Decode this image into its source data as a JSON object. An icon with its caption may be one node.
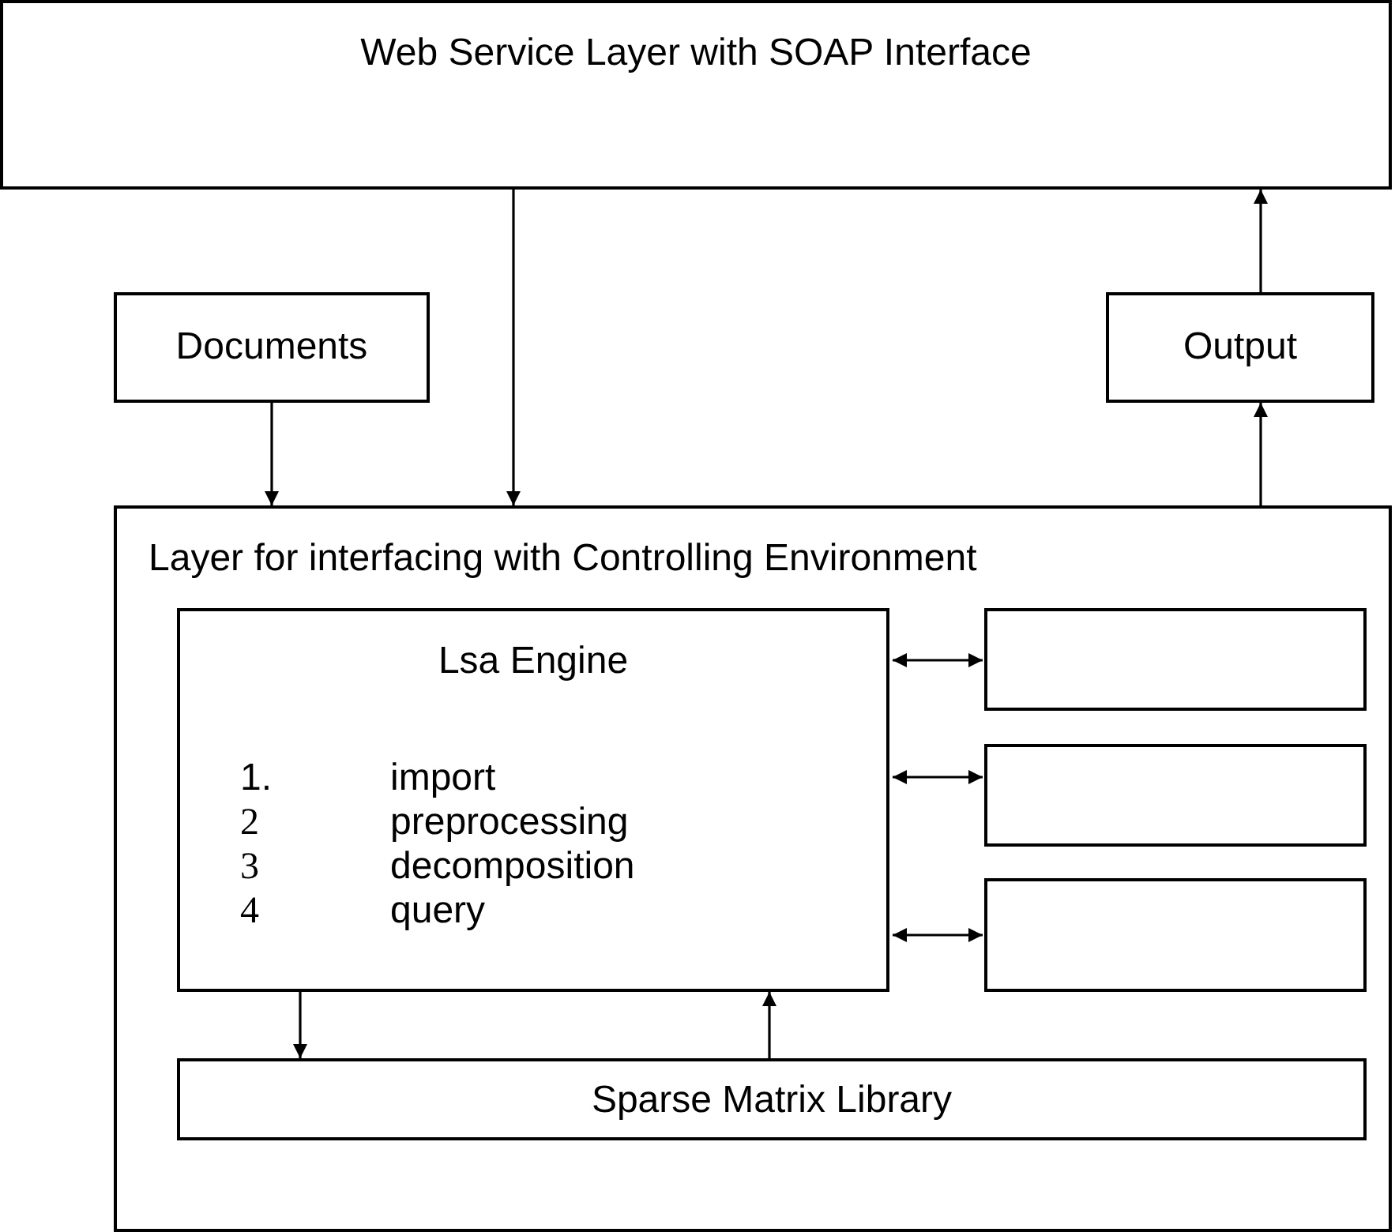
{
  "diagram": {
    "nodes": [
      {
        "text": [
          "Web Service Layer with SOAP Interface"
        ]
      },
      {
        "text": [
          "Documents"
        ]
      },
      {
        "text": [
          "Output"
        ]
      },
      {
        "text": [
          "Layer for interfacing with Controlling Environment"
        ]
      },
      {
        "text": [
          "Lsa Engine",
          "1.",
          "import",
          "2",
          "preprocessing",
          "3",
          "decomposition",
          "4",
          "query"
        ],
        "in": 3
      },
      {
        "text": [],
        "shape": "box",
        "in": 3
      },
      {
        "text": [],
        "shape": "box",
        "in": 3
      },
      {
        "text": [],
        "shape": "box",
        "in": 3
      },
      {
        "text": [
          "Sparse Matrix Library"
        ],
        "in": 3
      }
    ],
    "edges": [
      {
        "from": 0,
        "to": 3,
        "arrow": "to"
      },
      {
        "from": 1,
        "to": 3,
        "arrow": "to"
      },
      {
        "from": 3,
        "to": 2,
        "arrow": "to"
      },
      {
        "from": 2,
        "to": 0,
        "arrow": "to"
      },
      {
        "from": 4,
        "to": 5,
        "arrow": "both"
      },
      {
        "from": 4,
        "to": 6,
        "arrow": "both"
      },
      {
        "from": 4,
        "to": 7,
        "arrow": "both"
      },
      {
        "from": 4,
        "to": 8,
        "arrow": "to"
      },
      {
        "from": 8,
        "to": 4,
        "arrow": "to"
      }
    ]
  }
}
